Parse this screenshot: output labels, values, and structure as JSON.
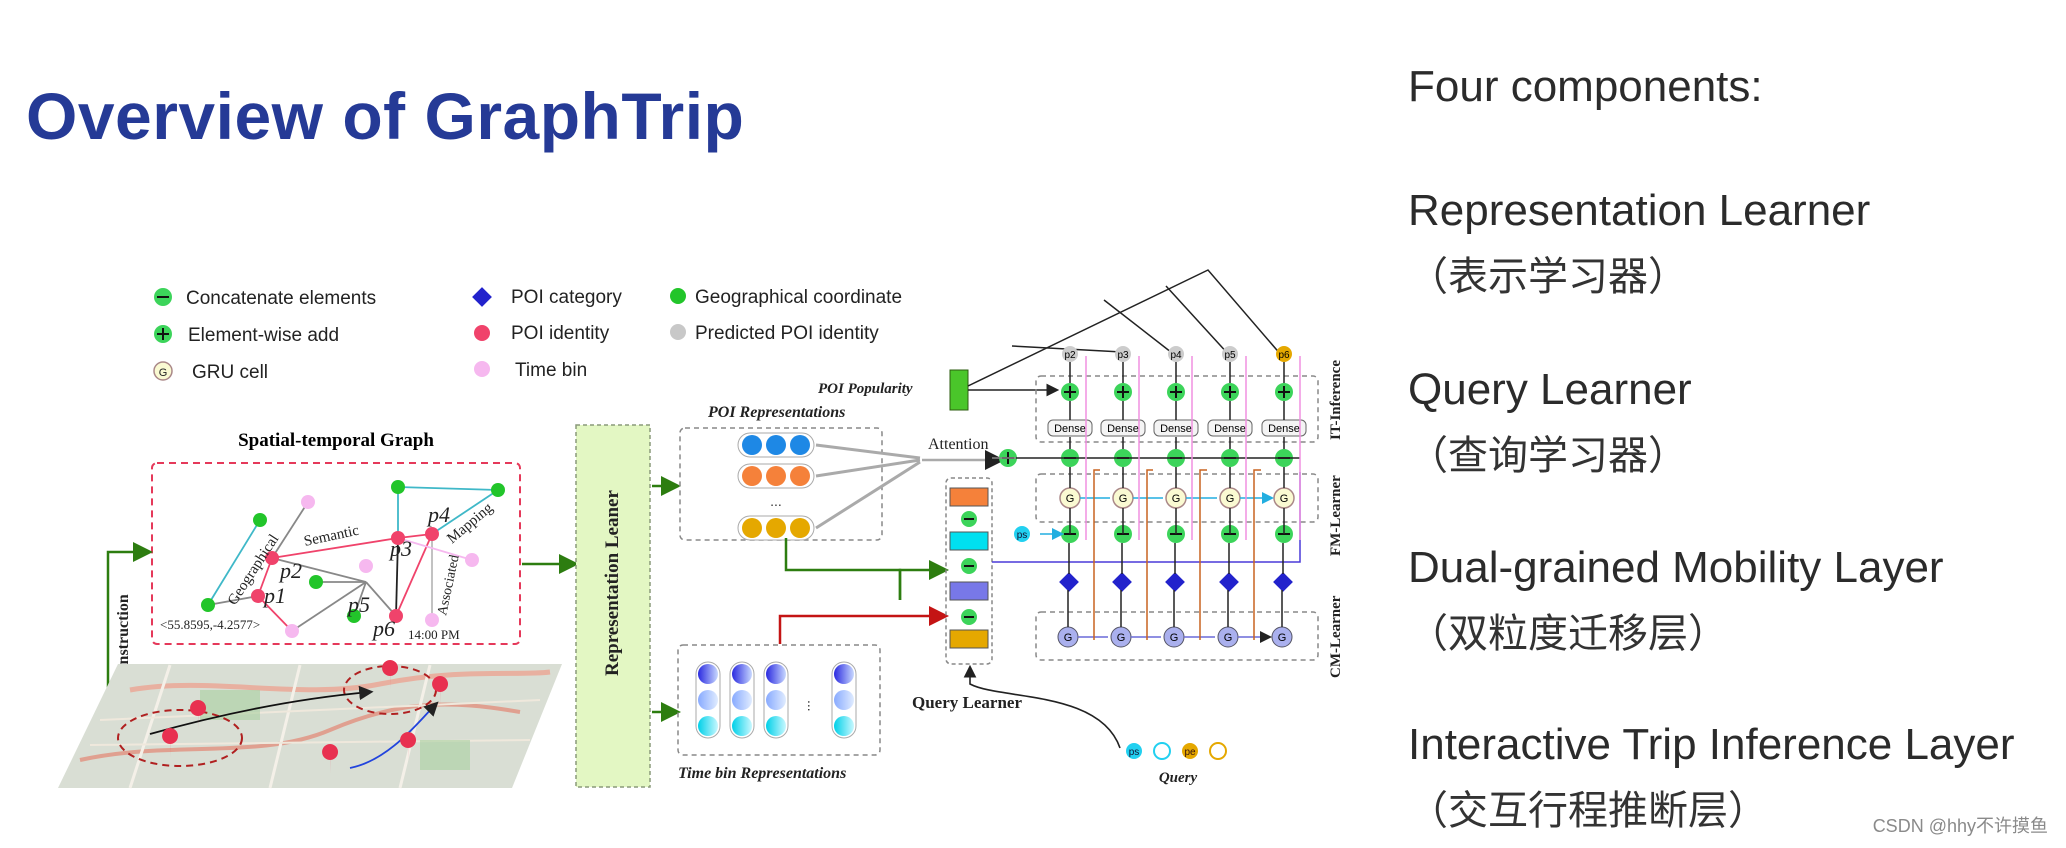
{
  "slide": {
    "title": "Overview of GraphTrip",
    "right": {
      "heading": "Four components:",
      "components": [
        {
          "name": "Representation Learner",
          "cn": "（表示学习器）"
        },
        {
          "name": "Query Learner",
          "cn": "（查询学习器）"
        },
        {
          "name": "Dual-grained Mobility Layer",
          "cn": "（双粒度迁移层）"
        },
        {
          "name": "Interactive Trip Inference Layer",
          "cn": "（交互行程推断层）"
        }
      ]
    },
    "watermark": "CSDN @hhy不许摸鱼"
  },
  "diagram": {
    "legend": {
      "concat": "Concatenate elements",
      "add": "Element-wise add",
      "gru": "GRU cell",
      "poi_category": "POI category",
      "poi_identity": "POI identity",
      "time_bin": "Time bin",
      "geo": "Geographical coordinate",
      "predicted": "Predicted POI identity"
    },
    "graph": {
      "title": "Spatial-temporal Graph",
      "construction": "Construction",
      "geographical": "Geographical",
      "semantic": "Semantic",
      "mapping": "Mapping",
      "associated": "Associated",
      "coord": "<55.8595,-4.2577>",
      "time": "14:00 PM",
      "p1": "p1",
      "p2": "p2",
      "p3": "p3",
      "p4": "p4",
      "p5": "p5",
      "p6": "p6"
    },
    "rep_learner": "Representation Leaner",
    "poi_repr": "POI Representations",
    "time_repr": "Time bin Representations",
    "poi_popularity": "POI Popularity",
    "attention": "Attention",
    "query_learner": "Query Learner",
    "query": "Query",
    "dense": "Dense",
    "layers": {
      "it": "IT-Inference",
      "fm": "FM-Learner",
      "cm": "CM-Learner"
    },
    "ellipsis": "...",
    "outputs": [
      "p2",
      "p3",
      "p4",
      "p5",
      "p6"
    ],
    "colors": {
      "green": "#22c52a",
      "red": "#f0436b",
      "pink": "#f6b8ef",
      "blue": "#2222cc",
      "gray": "#c8c8c8",
      "panel": "#e3f7c3",
      "title": "#253a96"
    }
  }
}
